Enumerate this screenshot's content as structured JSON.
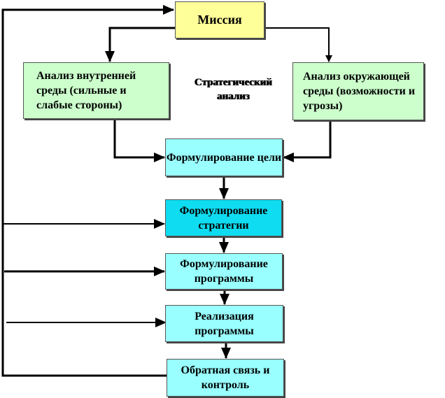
{
  "mission": "Миссия",
  "internal_analysis": "Анализ внутренней среды (сильные и слабые стороны)",
  "external_analysis": "Анализ окружающей среды (возможности и угрозы)",
  "strategic_analysis_caption": "Стратегический анализ",
  "goal": "Формулирование цели",
  "strategy": "Формулирование стратегии",
  "program": "Формулирование программы",
  "implementation": "Реализация программы",
  "feedback": "Обратная связь и  контроль",
  "colors": {
    "mission": "#ffff99",
    "analysis": "#ccffcc",
    "step": "#99ffff",
    "highlight": "#0fdcf0"
  }
}
